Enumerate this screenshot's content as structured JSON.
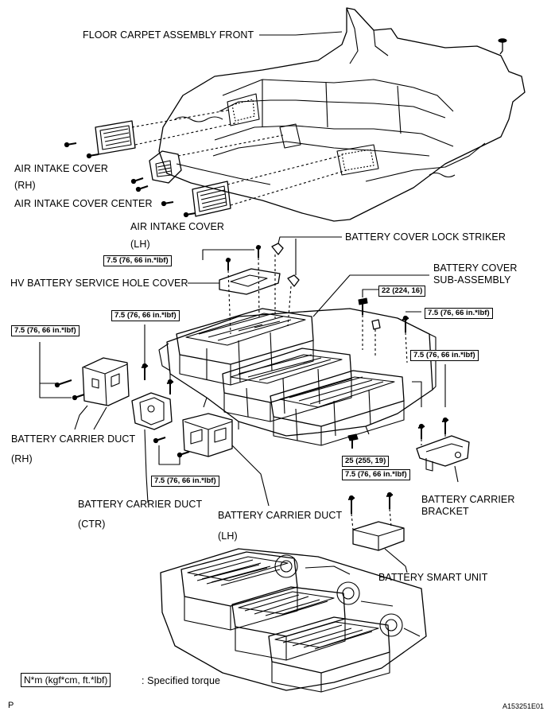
{
  "labels": {
    "floor_carpet": "FLOOR CARPET ASSEMBLY FRONT",
    "air_intake_cover_rh": "AIR INTAKE COVER",
    "air_intake_cover_rh_side": "(RH)",
    "air_intake_cover_center": "AIR INTAKE COVER CENTER",
    "air_intake_cover_lh": "AIR INTAKE COVER",
    "air_intake_cover_lh_side": "(LH)",
    "battery_cover_lock_striker": "BATTERY COVER LOCK STRIKER",
    "battery_cover_line1": "BATTERY COVER",
    "battery_cover_line2": "SUB-ASSEMBLY",
    "hv_service_hole_cover": "HV BATTERY SERVICE HOLE COVER",
    "carrier_duct_rh": "BATTERY CARRIER DUCT",
    "carrier_duct_rh_side": "(RH)",
    "carrier_duct_ctr": "BATTERY CARRIER DUCT",
    "carrier_duct_ctr_side": "(CTR)",
    "carrier_duct_lh": "BATTERY CARRIER DUCT",
    "carrier_duct_lh_side": "(LH)",
    "carrier_bracket_line1": "BATTERY CARRIER",
    "carrier_bracket_line2": "BRACKET",
    "smart_unit": "BATTERY SMART UNIT"
  },
  "torques": {
    "t1": "7.5 (76, 66 in.*lbf)",
    "t2": "7.5 (76, 66 in.*lbf)",
    "t3": "7.5 (76, 66 in.*lbf)",
    "t4": "22 (224, 16)",
    "t5": "7.5 (76, 66 in.*lbf)",
    "t6": "7.5 (76, 66 in.*lbf)",
    "t7": "7.5 (76, 66 in.*lbf)",
    "t8": "25 (255, 19)",
    "t9": "7.5 (76, 66 in.*lbf)"
  },
  "legend": {
    "unit_box": "N*m (kgf*cm, ft.*lbf)",
    "description": ": Specified torque"
  },
  "footer": {
    "page_mark": "P",
    "figure_id": "A153251E01"
  }
}
